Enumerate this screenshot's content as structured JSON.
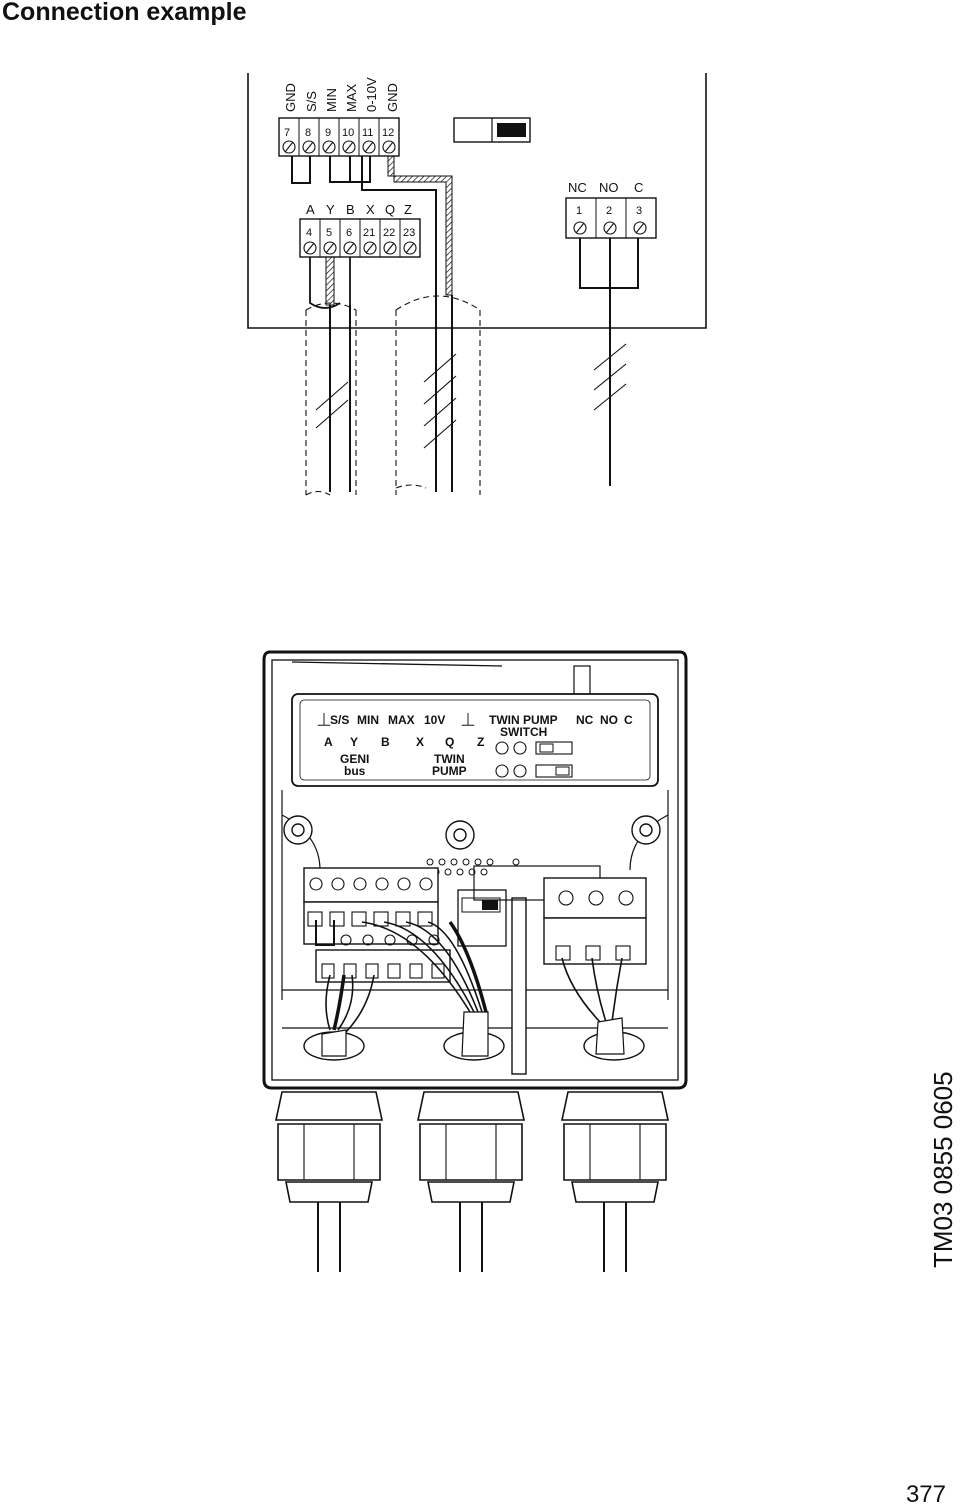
{
  "page": {
    "title": "Connection example",
    "page_number": "377",
    "drawing_code": "TM03 0855 0605"
  },
  "schematic": {
    "top_terminals": [
      {
        "name": "GND",
        "number": "7"
      },
      {
        "name": "S/S",
        "number": "8"
      },
      {
        "name": "MIN",
        "number": "9"
      },
      {
        "name": "MAX",
        "number": "10"
      },
      {
        "name": "0-10V",
        "number": "11"
      },
      {
        "name": "GND",
        "number": "12"
      }
    ],
    "bus_terminals": [
      {
        "name": "A",
        "number": "4"
      },
      {
        "name": "Y",
        "number": "5"
      },
      {
        "name": "B",
        "number": "6"
      },
      {
        "name": "X",
        "number": "21"
      },
      {
        "name": "Q",
        "number": "22"
      },
      {
        "name": "Z",
        "number": "23"
      }
    ],
    "relay_terminals": [
      {
        "name": "NC",
        "number": "1"
      },
      {
        "name": "NO",
        "number": "2"
      },
      {
        "name": "C",
        "number": "3"
      }
    ]
  },
  "module_panel": {
    "top_row": [
      "S/S",
      "MIN",
      "MAX",
      "10V"
    ],
    "twin_pump_switch": [
      "TWIN PUMP",
      "SWITCH"
    ],
    "relay_row": [
      "NC",
      "NO",
      "C"
    ],
    "bus_row": [
      "A",
      "Y",
      "B",
      "X",
      "Q",
      "Z"
    ],
    "geni_bus": [
      "GENI",
      "bus"
    ],
    "twin_pump": [
      "TWIN",
      "PUMP"
    ]
  }
}
